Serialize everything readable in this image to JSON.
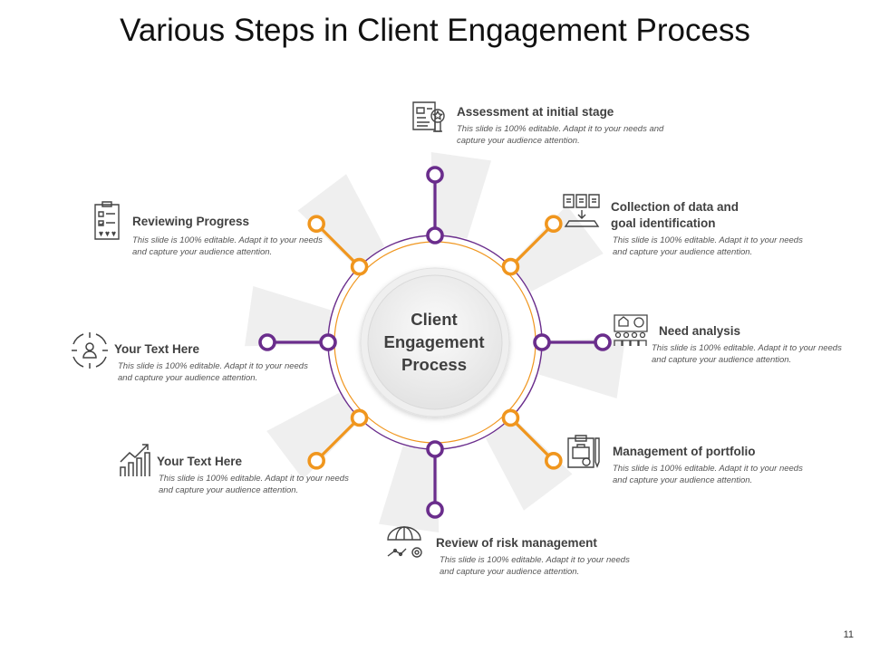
{
  "title": "Various Steps in Client Engagement Process",
  "center_label": "Client Engagement Process",
  "page_number": "11",
  "colors": {
    "purple": "#6a2d8c",
    "orange": "#f0961e",
    "gray_text": "#404040"
  },
  "steps": [
    {
      "title": "Assessment at initial stage",
      "desc": "This slide is 100% editable. Adapt it to your needs and capture your audience attention.",
      "icon": "document-star-icon",
      "color": "purple"
    },
    {
      "title": "Collection of data and goal identification",
      "desc": "This slide is 100% editable. Adapt it to your needs and capture your audience attention.",
      "icon": "documents-tray-icon",
      "color": "orange"
    },
    {
      "title": "Need analysis",
      "desc": "This slide is 100% editable. Adapt it to your needs and capture your audience attention.",
      "icon": "presentation-audience-icon",
      "color": "purple"
    },
    {
      "title": "Management of portfolio",
      "desc": "This slide is 100% editable. Adapt it to your needs and capture your audience attention.",
      "icon": "clipboard-briefcase-icon",
      "color": "orange"
    },
    {
      "title": "Review of risk management",
      "desc": "This slide is 100% editable. Adapt it to your needs and capture your audience attention.",
      "icon": "umbrella-gear-icon",
      "color": "purple"
    },
    {
      "title": "Your Text Here",
      "desc": "This slide is 100% editable. Adapt it to your needs and capture your audience attention.",
      "icon": "growth-chart-icon",
      "color": "orange"
    },
    {
      "title": "Your Text Here",
      "desc": "This slide is 100% editable. Adapt it to your needs and capture your audience attention.",
      "icon": "target-person-icon",
      "color": "purple"
    },
    {
      "title": "Reviewing Progress",
      "desc": "This slide is 100% editable. Adapt it to your needs and capture your audience attention.",
      "icon": "checklist-rating-icon",
      "color": "orange"
    }
  ]
}
